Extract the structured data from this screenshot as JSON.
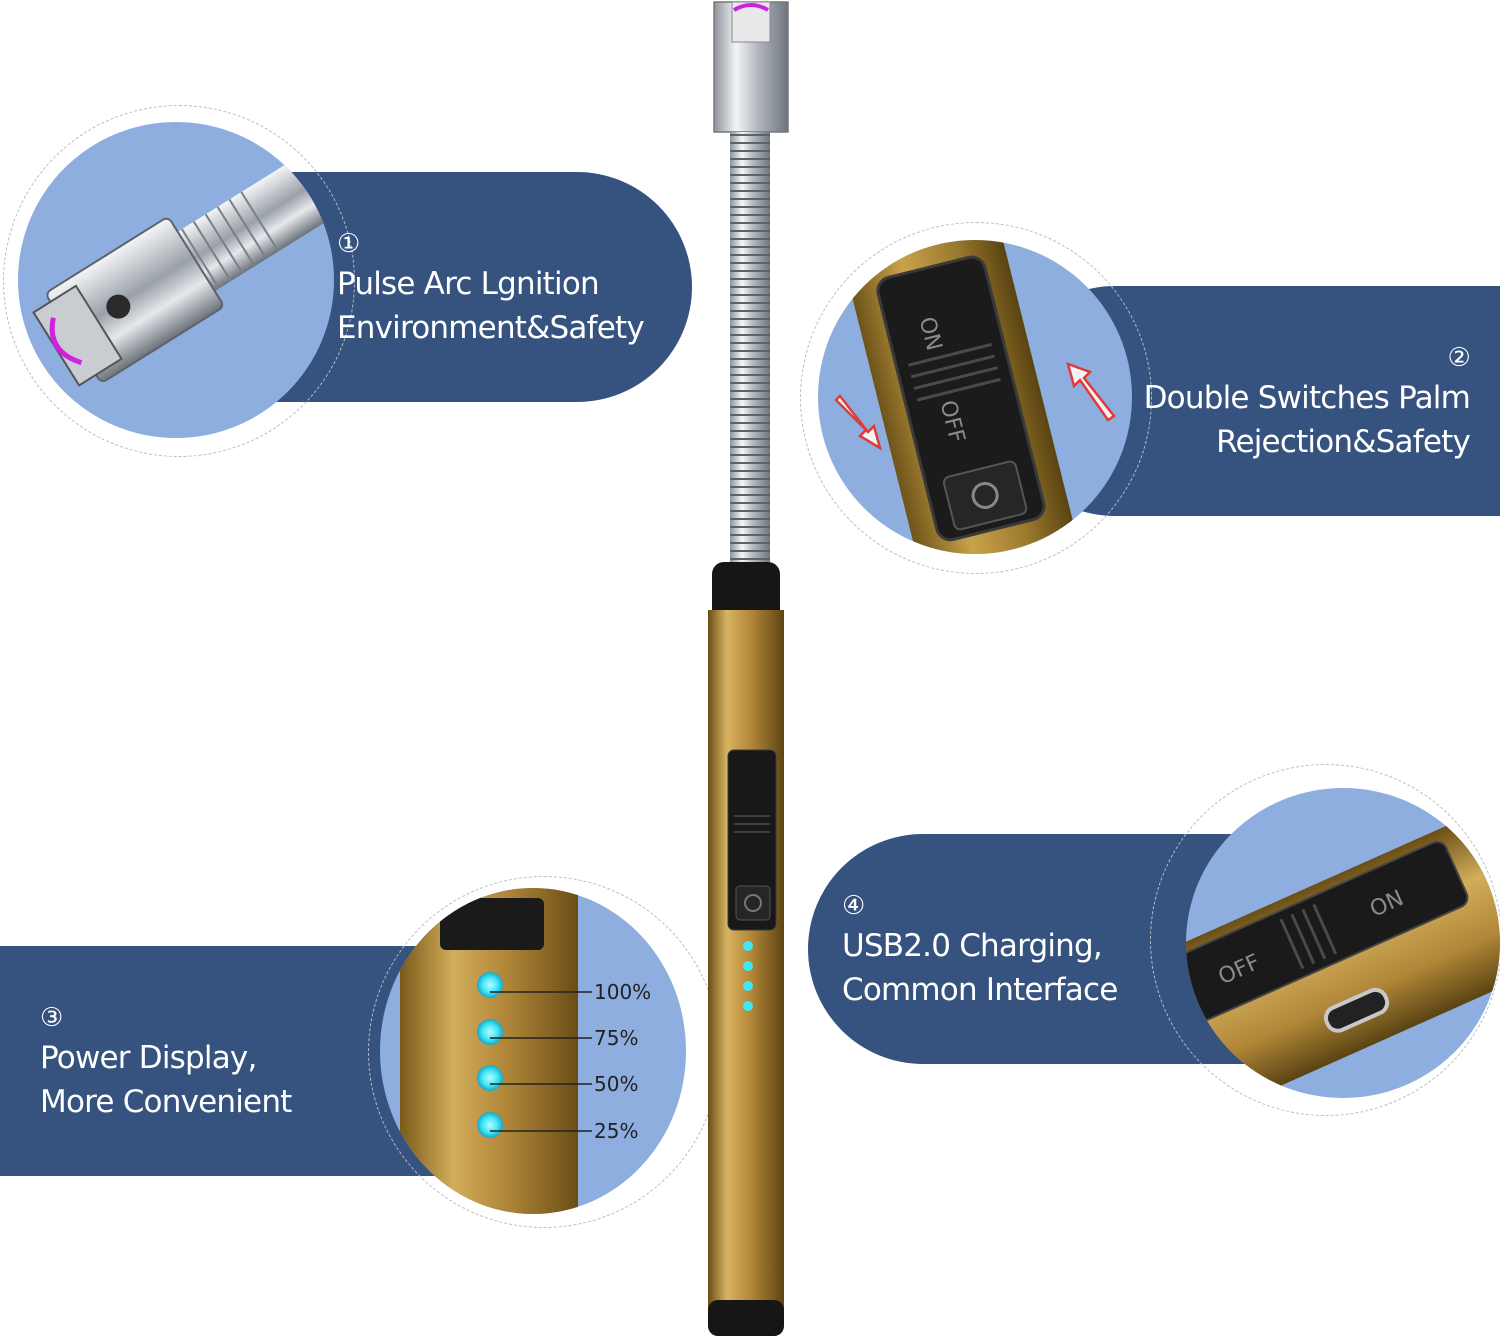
{
  "features": [
    {
      "number": "①",
      "line1": "Pulse Arc Lgnition",
      "line2": "Environment&Safety"
    },
    {
      "number": "②",
      "line1": "Double Switches Palm",
      "line2": "Rejection&Safety"
    },
    {
      "number": "③",
      "line1": "Power Display,",
      "line2": "More Convenient"
    },
    {
      "number": "④",
      "line1": "USB2.0 Charging,",
      "line2": "Common Interface"
    }
  ],
  "switch_labels": {
    "on": "ON",
    "off": "OFF"
  },
  "battery_levels": [
    "100%",
    "75%",
    "50%",
    "25%"
  ],
  "colors": {
    "pill": "#36527f",
    "circle_bg": "#8eaee0",
    "gold": "#b8913a",
    "led": "#3fe6f5",
    "arc": "#d020e0"
  }
}
